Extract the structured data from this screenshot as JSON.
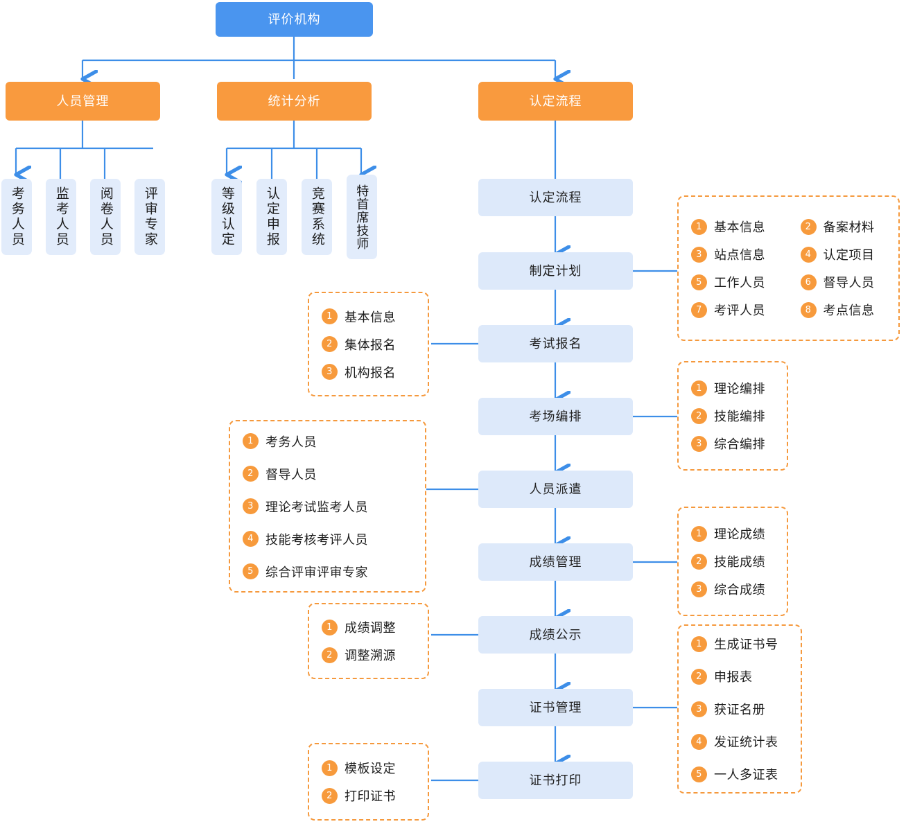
{
  "colors": {
    "root_fill": "#4a95ef",
    "category_fill": "#f99a3e",
    "step_fill": "#dde9fa",
    "leaf_fill": "#e2ecfb",
    "connector": "#3d8ee8",
    "callout_border": "#f5993d",
    "badge_fill": "#f79a3c",
    "page_bg": "#ffffff"
  },
  "root": {
    "label": "评价机构"
  },
  "categories": [
    {
      "id": "personnel",
      "label": "人员管理"
    },
    {
      "id": "statistics",
      "label": "统计分析"
    },
    {
      "id": "certification",
      "label": "认定流程"
    }
  ],
  "personnel_leaves": [
    {
      "label": "考务人员"
    },
    {
      "label": "监考人员"
    },
    {
      "label": "阅卷人员"
    },
    {
      "label": "评审专家"
    }
  ],
  "statistics_leaves": [
    {
      "label": "等级认定"
    },
    {
      "label": "认定申报"
    },
    {
      "label": "竞赛系统"
    },
    {
      "label": "特首席技师"
    }
  ],
  "flow_steps": [
    {
      "id": "step-rending-liucheng",
      "label": "认定流程"
    },
    {
      "id": "step-zhiding-jihua",
      "label": "制定计划"
    },
    {
      "id": "step-kaoshi-baoming",
      "label": "考试报名"
    },
    {
      "id": "step-kaochang-bianpai",
      "label": "考场编排"
    },
    {
      "id": "step-renyuan-paiqian",
      "label": "人员派遣"
    },
    {
      "id": "step-chengji-guanli",
      "label": "成绩管理"
    },
    {
      "id": "step-chengji-gongshi",
      "label": "成绩公示"
    },
    {
      "id": "step-zhengshu-guanli",
      "label": "证书管理"
    },
    {
      "id": "step-zhengshu-dayin",
      "label": "证书打印"
    }
  ],
  "callouts": [
    {
      "id": "callout-zhiding-jihua",
      "for": "制定计划",
      "side": "right",
      "columns": 2,
      "items": [
        {
          "n": "1",
          "label": "基本信息"
        },
        {
          "n": "2",
          "label": "备案材料"
        },
        {
          "n": "3",
          "label": "站点信息"
        },
        {
          "n": "4",
          "label": "认定项目"
        },
        {
          "n": "5",
          "label": "工作人员"
        },
        {
          "n": "6",
          "label": "督导人员"
        },
        {
          "n": "7",
          "label": "考评人员"
        },
        {
          "n": "8",
          "label": "考点信息"
        }
      ]
    },
    {
      "id": "callout-kaoshi-baoming",
      "for": "考试报名",
      "side": "left",
      "columns": 1,
      "items": [
        {
          "n": "1",
          "label": "基本信息"
        },
        {
          "n": "2",
          "label": "集体报名"
        },
        {
          "n": "3",
          "label": "机构报名"
        }
      ]
    },
    {
      "id": "callout-kaochang-bianpai",
      "for": "考场编排",
      "side": "right",
      "columns": 1,
      "items": [
        {
          "n": "1",
          "label": "理论编排"
        },
        {
          "n": "2",
          "label": "技能编排"
        },
        {
          "n": "3",
          "label": "综合编排"
        }
      ]
    },
    {
      "id": "callout-renyuan-paiqian",
      "for": "人员派遣",
      "side": "left",
      "columns": 1,
      "items": [
        {
          "n": "1",
          "label": "考务人员"
        },
        {
          "n": "2",
          "label": "督导人员"
        },
        {
          "n": "3",
          "label": "理论考试监考人员"
        },
        {
          "n": "4",
          "label": "技能考核考评人员"
        },
        {
          "n": "5",
          "label": "综合评审评审专家"
        }
      ]
    },
    {
      "id": "callout-chengji-guanli",
      "for": "成绩管理",
      "side": "right",
      "columns": 1,
      "items": [
        {
          "n": "1",
          "label": "理论成绩"
        },
        {
          "n": "2",
          "label": "技能成绩"
        },
        {
          "n": "3",
          "label": "综合成绩"
        }
      ]
    },
    {
      "id": "callout-chengji-gongshi",
      "for": "成绩公示",
      "side": "left",
      "columns": 1,
      "items": [
        {
          "n": "1",
          "label": "成绩调整"
        },
        {
          "n": "2",
          "label": "调整溯源"
        }
      ]
    },
    {
      "id": "callout-zhengshu-guanli",
      "for": "证书管理",
      "side": "right",
      "columns": 1,
      "items": [
        {
          "n": "1",
          "label": "生成证书号"
        },
        {
          "n": "2",
          "label": "申报表"
        },
        {
          "n": "3",
          "label": "获证名册"
        },
        {
          "n": "4",
          "label": "发证统计表"
        },
        {
          "n": "5",
          "label": "一人多证表"
        }
      ]
    },
    {
      "id": "callout-zhengshu-dayin",
      "for": "证书打印",
      "side": "left",
      "columns": 1,
      "items": [
        {
          "n": "1",
          "label": "模板设定"
        },
        {
          "n": "2",
          "label": "打印证书"
        }
      ]
    }
  ]
}
